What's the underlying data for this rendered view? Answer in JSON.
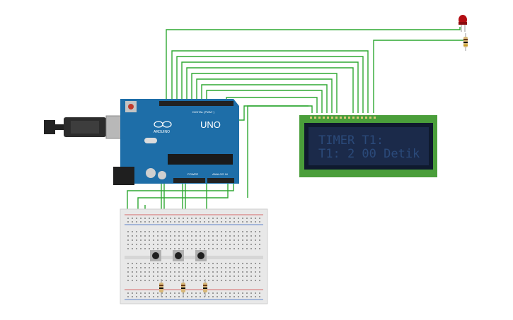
{
  "lcd": {
    "line1": "TIMER T1:",
    "line2": "T1: 2   00 Detik"
  },
  "arduino": {
    "brand": "ARDUINO",
    "model": "UNO",
    "digital_header": "DIGITAL (PWM~)",
    "power_header": "POWER",
    "analog_header": "ANALOG IN"
  },
  "colors": {
    "board": "#1e6ea8",
    "wire": "#2fa832",
    "lcd_pcb": "#4a9e3a",
    "lcd_screen": "#1b2a4a",
    "led": "#b30d12"
  }
}
